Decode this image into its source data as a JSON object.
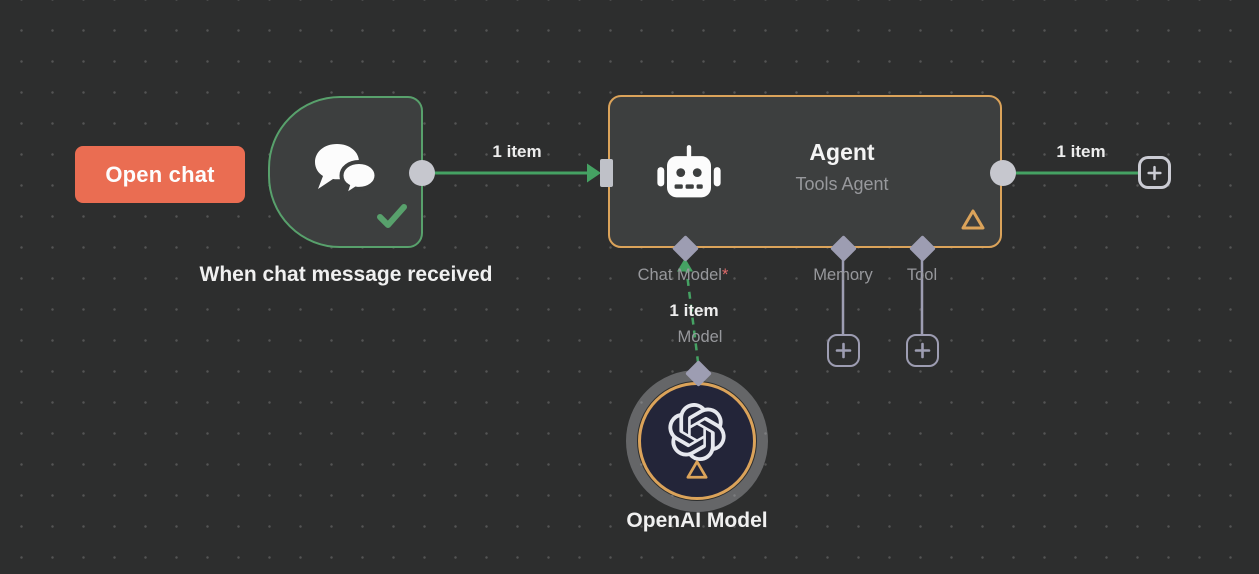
{
  "app": "workflow-canvas-editor",
  "colors": {
    "background": "#2d2e2e",
    "grid_dot": "#545454",
    "node_fill": "#3d3f3f",
    "trigger_border_green": "#58a16c",
    "connection_green": "#45a263",
    "agent_border_orange": "#dba35a",
    "open_chat_coral": "#ea6d52",
    "connector_gray": "#c6c7ce",
    "port_lavender": "#9d9db2",
    "text_primary": "#f0f0f0",
    "text_secondary": "#97989c",
    "required_red": "#e06a6a",
    "openai_node_fill": "#232539"
  },
  "toolbar": {
    "open_chat_label": "Open chat"
  },
  "trigger_node": {
    "name": "When chat message received",
    "icon": "chat-bubbles-icon",
    "status": "success-check"
  },
  "agent_node": {
    "title": "Agent",
    "subtitle": "Tools Agent",
    "icon": "robot-icon",
    "status": "warning-triangle",
    "ports": [
      {
        "label": "Chat Model",
        "required_marker": "*"
      },
      {
        "label": "Memory",
        "required_marker": ""
      },
      {
        "label": "Tool",
        "required_marker": ""
      }
    ]
  },
  "connections": {
    "trigger_to_agent_label": "1 item",
    "agent_output_label": "1 item",
    "model_to_agent_label": "1 item",
    "model_port_label": "Model"
  },
  "openai_node": {
    "name": "OpenAI Model",
    "icon": "openai-logo-icon",
    "status": "warning-triangle"
  }
}
